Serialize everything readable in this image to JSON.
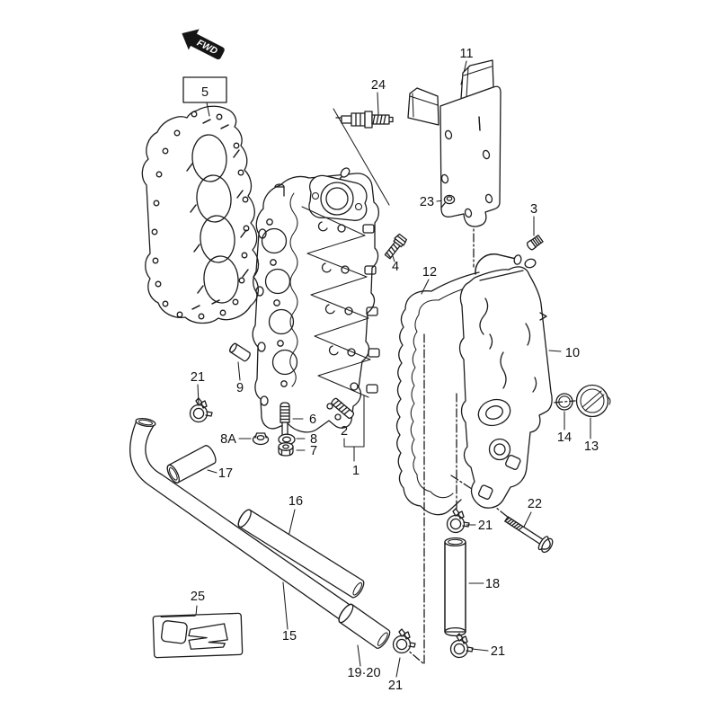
{
  "diagram": {
    "type": "exploded-parts-diagram",
    "background": "#ffffff",
    "line_color": "#1c1c1c",
    "highlight": {
      "part": "5",
      "box_color": "#e8151b"
    }
  },
  "labels": {
    "fwd": "FWD",
    "n1": "1",
    "n2": "2",
    "n3": "3",
    "n4": "4",
    "n5": "5",
    "n6": "6",
    "n7": "7",
    "n8": "8",
    "n8a": "8A",
    "n9": "9",
    "n10": "10",
    "n11": "11",
    "n12": "12",
    "n13": "13",
    "n14": "14",
    "n15": "15",
    "n16": "16",
    "n17": "17",
    "n18": "18",
    "n19_20": "19·20",
    "n21": "21",
    "n22": "22",
    "n23": "23",
    "n24": "24",
    "n25": "25"
  },
  "callout_instances": [
    {
      "part": "5",
      "highlighted": true
    },
    {
      "part": "24"
    },
    {
      "part": "11"
    },
    {
      "part": "23"
    },
    {
      "part": "3"
    },
    {
      "part": "4"
    },
    {
      "part": "12"
    },
    {
      "part": "10"
    },
    {
      "part": "14"
    },
    {
      "part": "13"
    },
    {
      "part": "9"
    },
    {
      "part": "21"
    },
    {
      "part": "6"
    },
    {
      "part": "8A"
    },
    {
      "part": "8"
    },
    {
      "part": "7"
    },
    {
      "part": "2"
    },
    {
      "part": "1"
    },
    {
      "part": "17"
    },
    {
      "part": "16"
    },
    {
      "part": "15"
    },
    {
      "part": "19·20"
    },
    {
      "part": "21"
    },
    {
      "part": "25"
    },
    {
      "part": "18"
    },
    {
      "part": "21"
    },
    {
      "part": "21"
    },
    {
      "part": "22"
    }
  ]
}
